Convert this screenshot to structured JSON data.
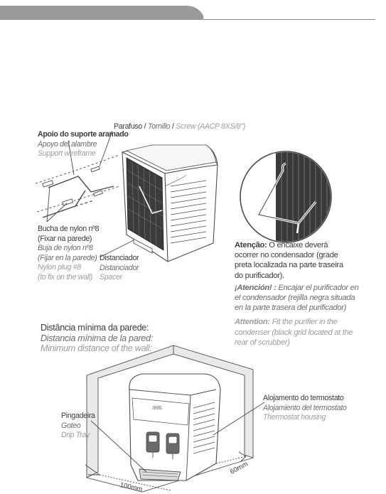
{
  "top_section": {
    "support_label": {
      "pt": "Apoio do suporte aramado",
      "es": "Apoyo del alambre",
      "en": "Support wireframe"
    },
    "screw_label": {
      "pt": "Parafuso",
      "sep1": " / ",
      "es": "Tornillo",
      "sep2": " / ",
      "en": "Screw (AACP 8XS/8\")"
    },
    "nylon_label": {
      "pt1": "Bucha de nylon nº8",
      "pt2": "(Fixar na parede)",
      "es1": "Buja de nylon nº8",
      "es2": "(Fijar en la parede)",
      "en1": "Nylon plug #8",
      "en2": "(to fix on the wall)"
    },
    "spacer_label": {
      "pt": "Distanciador",
      "es": "Distanciador",
      "en": "Spacer"
    },
    "attention": {
      "pt_head": "Atenção:",
      "pt_body1": " O encaixe deverá",
      "pt_body2": "ocorrer no condensador (grade",
      "pt_body3": "preta localizada na parte traseira",
      "pt_body4": "do purificador).",
      "es_head": "¡Atención! :",
      "es_body1": " Encajar el purificador en",
      "es_body2": "el condensador (rejilla negra situada",
      "es_body3": "en la parte trasera del purificador)",
      "en_head": "Attention:",
      "en_body1": " Fit the purifier in the",
      "en_body2": "condenser (black grid located at the",
      "en_body3": "rear of scrubber)"
    }
  },
  "bottom_section": {
    "distance_title": {
      "pt": "Distância mínima da parede:",
      "es": "Distancia mínima de la pared:",
      "en": "Minimum distance of the wall:"
    },
    "drip_label": {
      "pt": "Pingadeira",
      "es": "Goteo",
      "en": "Drip Tray"
    },
    "thermostat_label": {
      "pt": "Alojamento do termostato",
      "es": "Alojamiento del termostato",
      "en": "Thermostat housing"
    },
    "dim_side": "60mm",
    "dim_front": "100mm",
    "brand_mark": "IBBL"
  },
  "colors": {
    "header_bar": "#9a9a9a",
    "line": "#4a4a4a",
    "grid": "#3c3c3c",
    "wall": "#e9e9e9"
  }
}
